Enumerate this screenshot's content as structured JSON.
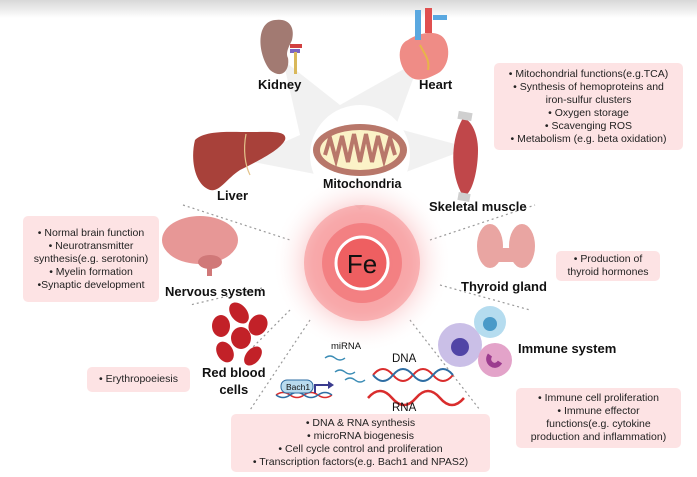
{
  "center": {
    "symbol": "Fe"
  },
  "organs": {
    "kidney": "Kidney",
    "heart": "Heart",
    "liver": "Liver",
    "mitochondria": "Mitochondria",
    "skeletal_muscle": "Skeletal muscle",
    "nervous_system": "Nervous system",
    "thyroid_gland": "Thyroid gland",
    "red_blood_cells": [
      "Red blood",
      "cells"
    ],
    "immune_system": "Immune system"
  },
  "molecular": {
    "mirna": "miRNA",
    "dna": "DNA",
    "rna": "RNA",
    "bach1": "Bach1"
  },
  "boxes": {
    "mitochondria": [
      "• Mitochondrial functions(e.g.TCA)",
      "• Synthesis of hemoproteins and",
      "iron-sulfur clusters",
      "• Oxygen storage",
      "•  Scavenging ROS",
      "• Metabolism (e.g. beta oxidation)"
    ],
    "nervous": [
      "• Normal brain function",
      "• Neurotransmitter",
      "synthesis(e.g. serotonin)",
      "• Myelin formation",
      "•Synaptic development"
    ],
    "thyroid": [
      "• Production of",
      "thyroid hormones"
    ],
    "erythro": [
      "• Erythropoeiesis"
    ],
    "immune": [
      "• Immune cell proliferation",
      "• Immune effector",
      "functions(e.g. cytokine",
      "production and inflammation)"
    ],
    "nucleic": [
      "• DNA & RNA synthesis",
      "•  microRNA biogenesis",
      "• Cell cycle control and proliferation",
      "•  Transcription factors(e.g. Bach1 and NPAS2)"
    ]
  },
  "colors": {
    "box_bg": "#fde3e4",
    "glow": "#f0585c",
    "fe_core": "#ee5f61"
  }
}
